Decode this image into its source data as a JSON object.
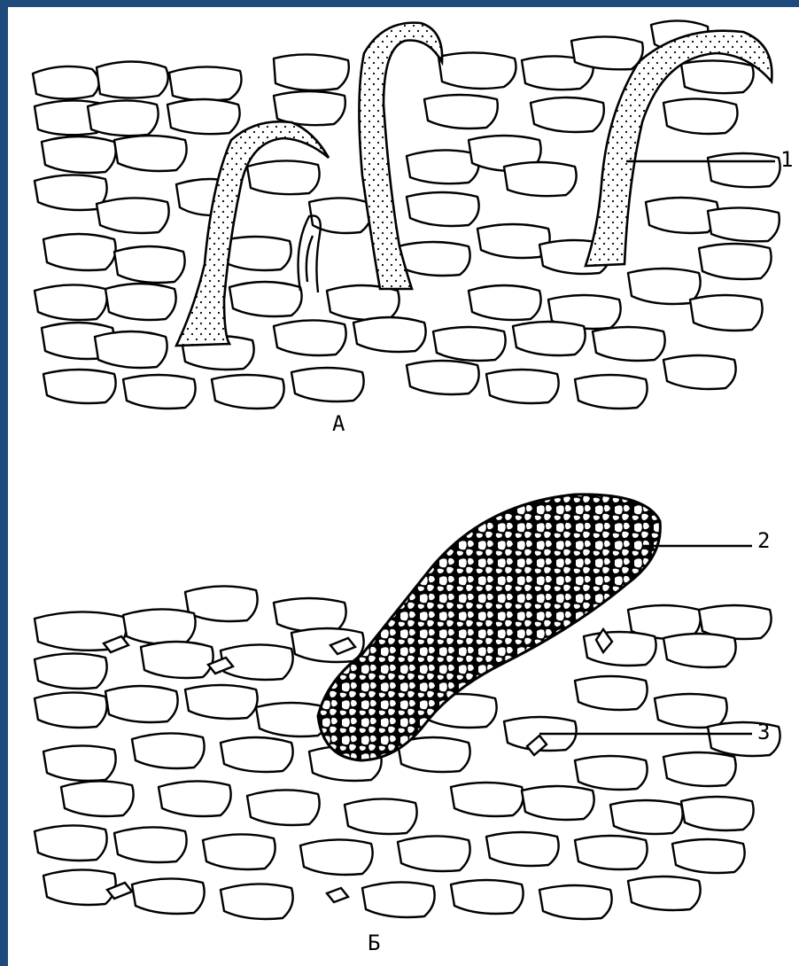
{
  "figure": {
    "panel_a_label": "А",
    "panel_b_label": "Б",
    "callouts": [
      "1",
      "2",
      "3"
    ]
  },
  "colors": {
    "background": "#1f4a7c",
    "paper": "#ffffff",
    "ink": "#000000"
  }
}
